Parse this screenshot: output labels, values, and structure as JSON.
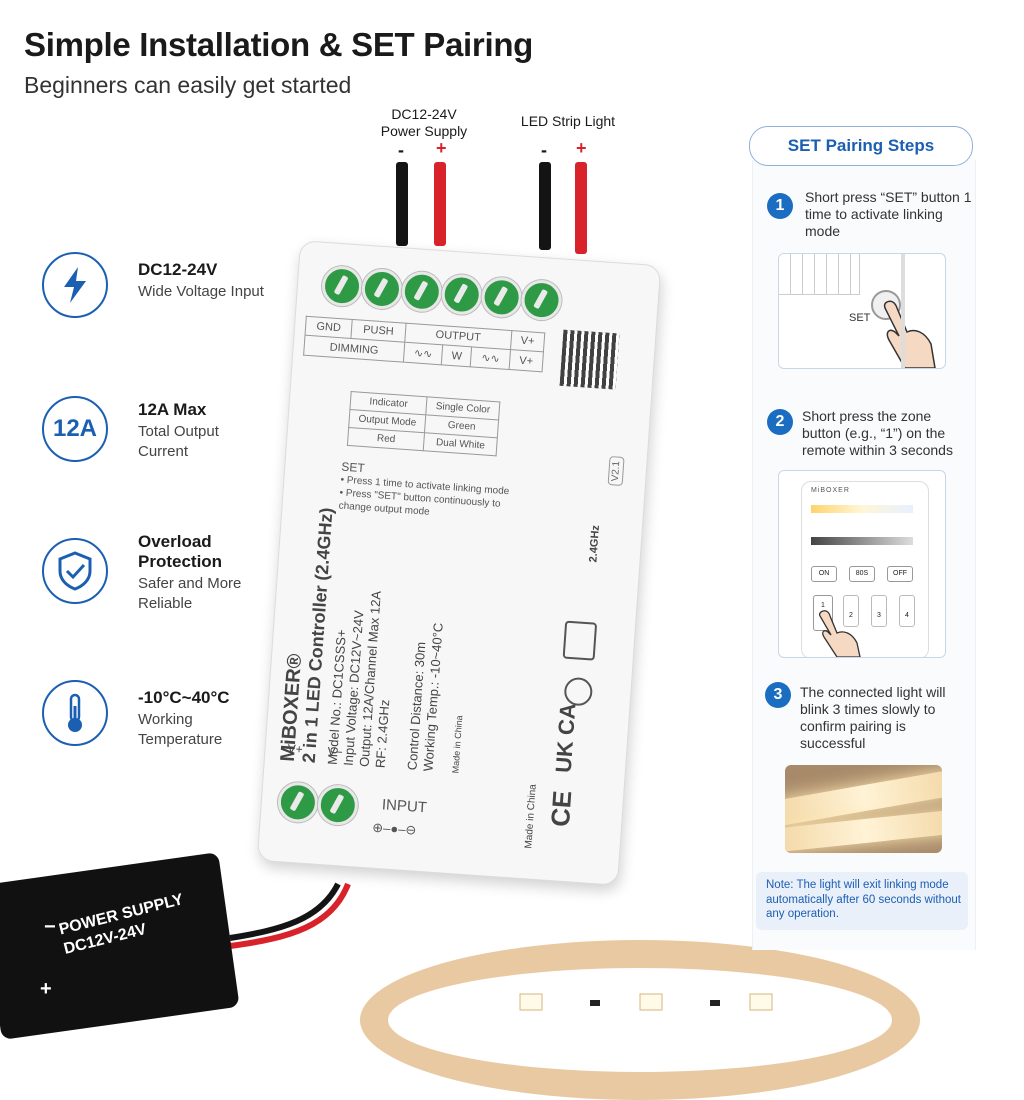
{
  "header": {
    "title": "Simple Installation & SET Pairing",
    "subtitle": "Beginners can easily get started"
  },
  "features": [
    {
      "icon": "lightning-icon",
      "title": "DC12-24V",
      "desc": "Wide Voltage Input"
    },
    {
      "icon": "12a-badge-icon",
      "badge": "12A",
      "title": "12A Max",
      "desc": "Total Output Current"
    },
    {
      "icon": "shield-check-icon",
      "title": "Overload Protection",
      "desc": "Safer and More Reliable"
    },
    {
      "icon": "thermometer-icon",
      "title": "-10°C~40°C",
      "desc": "Working Temperature"
    }
  ],
  "wires": {
    "power_label": "DC12-24V Power Supply",
    "strip_label": "LED Strip Light",
    "minus": "-",
    "plus": "+"
  },
  "controller": {
    "brand": "MiBOXER®",
    "product": "2 in 1 LED Controller (2.4GHz)",
    "model": "Model No.: DC1CSSS+",
    "input_voltage": "Input Voltage: DC12V~24V",
    "output": "Output: 12A/Channel Max 12A",
    "rf": "RF: 2.4GHz",
    "control_distance": "Control Distance: 30m",
    "working_temp": "Working Temp.: -10~40°C",
    "made_in": "Made in China",
    "top_labels": {
      "gnd": "GND",
      "push": "PUSH",
      "output": "OUTPUT",
      "vplus": "V+",
      "dimming": "DIMMING",
      "w": "W"
    },
    "indicator_table": [
      [
        "Indicator",
        "Single Color"
      ],
      [
        "Output Mode",
        "Green"
      ],
      [
        "Red",
        "Dual White"
      ]
    ],
    "set_title": "SET",
    "set_line1": "• Press 1 time to activate linking mode",
    "set_line2": "• Press \"SET\" button continuously to change output mode",
    "input_label": "INPUT",
    "v_plus": "V+",
    "v_minus": "V−",
    "version": "V2.1",
    "rf_mark": "2.4GHz",
    "ce_mark": "CE",
    "ukca_mark": "UK CA"
  },
  "power_supply": {
    "label_line1": "POWER SUPPLY",
    "label_line2": "DC12V-24V",
    "minus": "−",
    "plus": "+"
  },
  "panel": {
    "title": "SET Pairing Steps",
    "steps": [
      {
        "num": "1",
        "text": "Short press “SET” button 1 time to activate linking mode",
        "img_label": "SET"
      },
      {
        "num": "2",
        "text": "Short press the zone button (e.g., “1”) on the remote within 3 seconds",
        "remote_brand": "MiBOXER",
        "btn_on": "ON",
        "btn_mid": "80S",
        "btn_off": "OFF",
        "zones": [
          "1",
          "2",
          "3",
          "4"
        ]
      },
      {
        "num": "3",
        "text": "The connected light will blink 3 times slowly to confirm pairing is successful"
      }
    ],
    "note": "Note: The light will exit linking mode automatically after 60 seconds without any operation."
  },
  "colors": {
    "accent_blue": "#1b5fb3",
    "terminal_green": "#2f9a45",
    "wire_red": "#d9232a",
    "wire_black": "#141414"
  }
}
